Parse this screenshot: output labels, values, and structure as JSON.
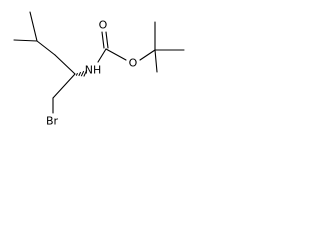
{
  "molecule": {
    "atoms": {
      "bromine": "Br",
      "amine": "NH",
      "carbonyl_oxygen": "O",
      "ester_oxygen": "O"
    },
    "colors": {
      "ink": "#000000",
      "background": "#ffffff"
    }
  }
}
